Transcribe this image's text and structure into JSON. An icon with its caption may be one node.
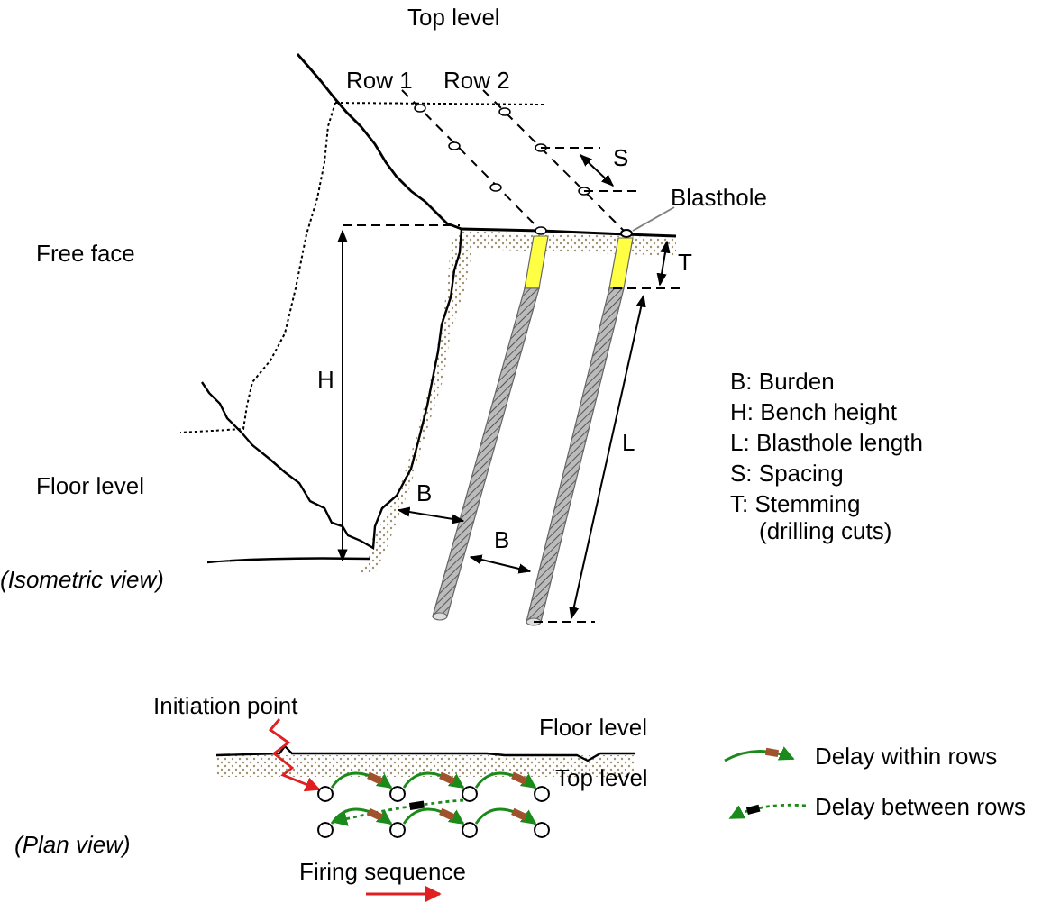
{
  "diagram": {
    "nodes": [
      {
        "text": [
          "Blasthole"
        ]
      },
      {
        "text": [],
        "shape": "circle"
      },
      {
        "text": [
          "Initiation point"
        ]
      },
      {
        "text": [],
        "shape": "circle"
      },
      {
        "text": [],
        "shape": "circle"
      },
      {
        "text": [],
        "shape": "circle"
      },
      {
        "text": [],
        "shape": "circle"
      },
      {
        "text": [],
        "shape": "circle"
      },
      {
        "text": [],
        "shape": "circle"
      },
      {
        "text": [],
        "shape": "circle"
      },
      {
        "text": [],
        "shape": "circle"
      }
    ],
    "edges": [
      {
        "from": 0,
        "to": 1,
        "arrow": "none",
        "color": "#808080"
      },
      {
        "from": 2,
        "to": 3,
        "arrow": "to",
        "color": "#e02020"
      },
      {
        "from": 3,
        "to": 4,
        "arrow": "to"
      },
      {
        "from": 4,
        "to": 5,
        "arrow": "to"
      },
      {
        "from": 5,
        "to": 6,
        "arrow": "to"
      },
      {
        "from": 5,
        "to": 7,
        "arrow": "to",
        "style": "dashed"
      },
      {
        "from": 7,
        "to": 8,
        "arrow": "to"
      },
      {
        "from": 8,
        "to": 9,
        "arrow": "to"
      },
      {
        "from": 9,
        "to": 10,
        "arrow": "to"
      }
    ],
    "labels": [
      "Top level",
      "Row 1",
      "Row 2",
      "S",
      "Free face",
      "T",
      "H",
      "L",
      "B",
      "B",
      "Floor level",
      "(Isometric view)",
      "B: Burden",
      "H: Bench height",
      "L: Blasthole length",
      "S: Spacing",
      "T: Stemming (drilling cuts)",
      "Floor level",
      "Top level",
      "(Plan view)",
      "Firing sequence"
    ],
    "legend": [
      {
        "text": "Delay within rows"
      },
      {
        "text": "Delay between rows"
      }
    ]
  }
}
